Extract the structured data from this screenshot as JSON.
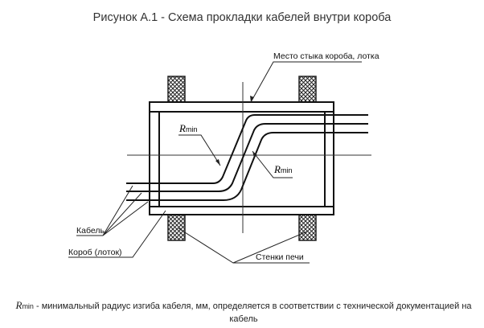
{
  "title": "Рисунок А.1 - Схема прокладки кабелей внутри короба",
  "labels": {
    "joint": "Место стыка короба, лотка",
    "rmin_symbol": "R",
    "rmin_sub": "min",
    "cable": "Кабель",
    "box": "Короб (лоток)",
    "walls": "Стенки печи"
  },
  "note": {
    "symbol": "R",
    "sub": "min",
    "text": " - минимальный радиус изгиба кабеля, мм, определяется в соответствии с технической документацией на кабель"
  }
}
